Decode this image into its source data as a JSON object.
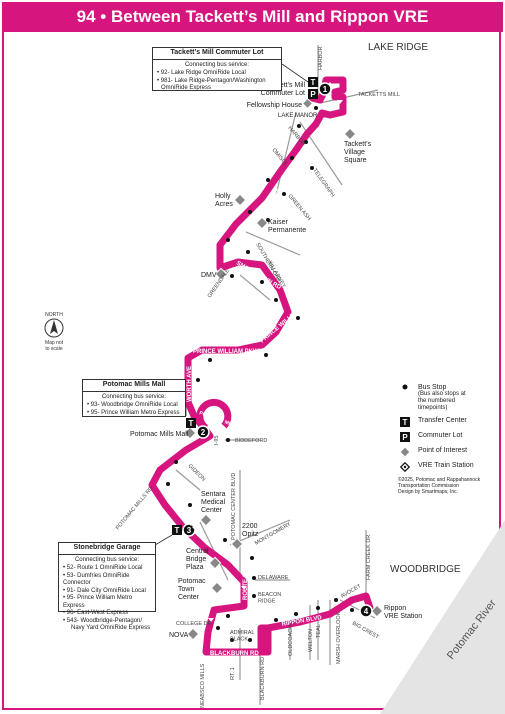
{
  "title": "94 • Between Tackett’s Mill and Rippon VRE",
  "areas": {
    "north": "LAKE RIDGE",
    "south": "WOODBRIDGE"
  },
  "callouts": {
    "tacketts": {
      "title": "Tackett’s Mill Commuter Lot",
      "subtitle": "Connecting bus service:",
      "lines": [
        "• 92- Lake Ridge OmniRide Local",
        "• 981- Lake Ridge-Pentagon/Washington",
        "OmniRide Express"
      ]
    },
    "potomac": {
      "title": "Potomac Mills Mall",
      "subtitle": "Connecting bus service:",
      "lines": [
        "• 93- Woodbridge OmniRide Local",
        "• 95- Prince William Metro Express"
      ]
    },
    "stonebridge": {
      "title": "Stonebridge Garage",
      "subtitle": "Connecting bus service:",
      "lines": [
        "• 52- Route 1 OmniRide Local",
        "• 53- Dumfries OmniRide Connector",
        "• 91- Dale City OmniRide Local",
        "• 95- Prince William Metro Express",
        "• 96- East-West Express",
        "• 543- Woodbridge-Pentagon/",
        "Navy Yard OmniRide Express"
      ]
    }
  },
  "timepoints": [
    "1",
    "2",
    "3",
    "4"
  ],
  "places": {
    "tacketts_lot": "Tackett’s Mill\nCommuter Lot",
    "fellowship": "Fellowship House",
    "lake_manor": "LAKE MANOR",
    "tacketts_village": "Tackett’s\nVillage\nSquare",
    "holly_acres": "Holly\nAcres",
    "kaiser": "Kaiser\nPermanente",
    "dmv": "DMV",
    "potomac_mills": "Potomac Mills Mall",
    "sentara": "Sentara\nMedical\nCenter",
    "opitz_2200": "2200\nOpitz",
    "central_bridge": "Central\nBridge\nPlaza",
    "potomac_town": "Potomac\nTown\nCenter",
    "nova": "NOVA",
    "rippon_station": "Rippon\nVRE Station"
  },
  "streets": {
    "harbor": "HARBOR",
    "tacketts_mill": "TACKETTS MILL",
    "harbor2": "HARBOR",
    "omisol": "OMISOL",
    "telegraph": "TELEGRAPH",
    "minnieville": "MINNIEVILLE RD",
    "green_ash": "GREEN ASH",
    "southern_oak": "SOUTHERN OAK",
    "kilarney": "KILLARNEY",
    "potomac_mills_rd": "POTOMAC MILLS RD",
    "greendale": "GREENDALE",
    "smoketown": "SMOKETOWN RD",
    "prince_william": "PRINCE WILLIAM PKWY",
    "worth": "WORTH AVE",
    "potomac_mills_circle": "POTOMAC MILLS",
    "biddeford": "BIDDEFORD",
    "gideon": "GIDEON",
    "i95": "I-95",
    "potomac_center": "POTOMAC CENTER BLVD",
    "opitz_blvd": "OPITZ BLVD",
    "montgomery": "MONTGOMERY",
    "delaware": "DELAWARE",
    "beacon_ridge": "BEACON\nRIDGE",
    "route1": "ROUTE 1",
    "rippon_blvd": "RIPPON BLVD",
    "college": "COLLEGE DR",
    "admiral": "ADMIRAL\nBLACK",
    "blackburn": "BLACKBURN RD",
    "blackburn_rd": "BLACKBURN RD",
    "neabsco": "NEABSCO MILLS",
    "rt1": "RT. 1",
    "oldcoach": "OLDCOACH",
    "welton": "WELTON",
    "teal": "TEAL",
    "marsh_overlook": "MARSH OVERLOOK",
    "avocet": "AVOCET",
    "big_crest": "BIG CREST",
    "farm_creek": "FARM CREEK DR",
    "potomac_river": "Potomac River"
  },
  "compass": {
    "north": "NORTH",
    "note": "Map not\nto scale"
  },
  "legend": {
    "bus_stop": "Bus Stop",
    "bus_stop_note": "(Bus also stops at\nthe numbered\ntimepoints)",
    "transfer": "Transfer Center",
    "commuter": "Commuter Lot",
    "poi": "Point of Interest",
    "vre": "VRE Train Station",
    "credit": "©2025, Potomac and Rappahannock\nTransportation Commission\nDesign by Smartmaps, Inc."
  },
  "colors": {
    "route": "#d6157f",
    "river": "#e6e6e6"
  }
}
